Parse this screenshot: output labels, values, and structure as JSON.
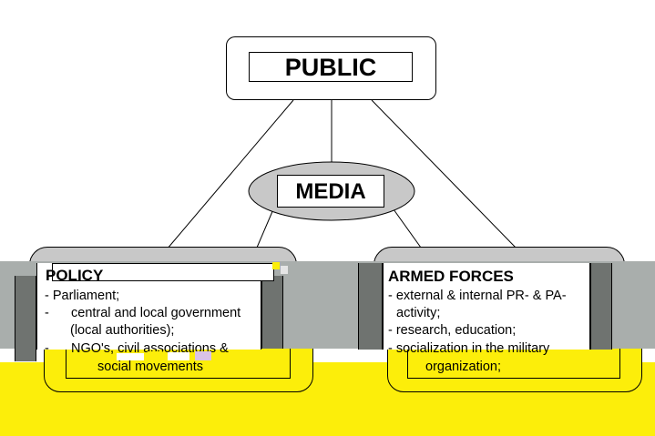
{
  "diagram": {
    "public": {
      "label": "PUBLIC"
    },
    "media": {
      "label": "MEDIA"
    },
    "policy": {
      "title": "POLICY",
      "items": [
        "- Parliament;",
        "-      central and local government",
        "(local authorities);",
        "-      NGO's, civil associations &",
        "social movements"
      ]
    },
    "armed_forces": {
      "title": "ARMED FORCES",
      "items": [
        "- external & internal PR- & PA-",
        "activity;",
        "- research, education;",
        "- socialization in the military",
        "organization;"
      ]
    }
  }
}
